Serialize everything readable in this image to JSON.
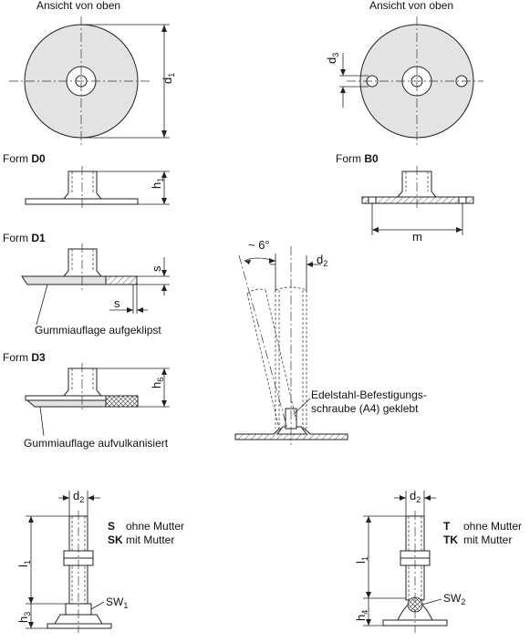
{
  "views": {
    "top_left_title": "Ansicht von oben",
    "top_right_title": "Ansicht von oben"
  },
  "forms": {
    "d0_prefix": "Form",
    "d0_code": "D0",
    "b0_prefix": "Form",
    "b0_code": "B0",
    "d1_prefix": "Form",
    "d1_code": "D1",
    "d3_prefix": "Form",
    "d3_code": "D3"
  },
  "dimensions": {
    "d1_main": "d",
    "d1_sub": "1",
    "d3_main": "d",
    "d3_sub": "3",
    "h1_main": "h",
    "h1_sub": "1",
    "m": "m",
    "s_vertical": "s",
    "s_horizontal": "s",
    "h6_main": "h",
    "h6_sub": "6",
    "angle": "~ 6°",
    "d2_center_main": "d",
    "d2_center_sub": "2",
    "d2_left_main": "d",
    "d2_left_sub": "2",
    "d2_right_main": "d",
    "d2_right_sub": "2",
    "l1_left_main": "l",
    "l1_left_sub": "1",
    "l1_right_main": "l",
    "l1_right_sub": "1",
    "h3_main": "h",
    "h3_sub": "3",
    "h4_main": "h",
    "h4_sub": "4",
    "sw1_main": "SW",
    "sw1_sub": "1",
    "sw2_main": "SW",
    "sw2_sub": "2"
  },
  "labels": {
    "rubber_clipped": "Gummiauflage aufgeklipst",
    "rubber_vulcanized": "Gummiauflage aufvulkanisiert",
    "screw_line1": "Edelstahl-Befestigungs-",
    "screw_line2": "schraube (A4) geklebt"
  },
  "variants": {
    "s_code": "S",
    "s_text": "ohne Mutter",
    "sk_code": "SK",
    "sk_text": "mit Mutter",
    "t_code": "T",
    "t_text": "ohne Mutter",
    "tk_code": "TK",
    "tk_text": "mit Mutter"
  }
}
